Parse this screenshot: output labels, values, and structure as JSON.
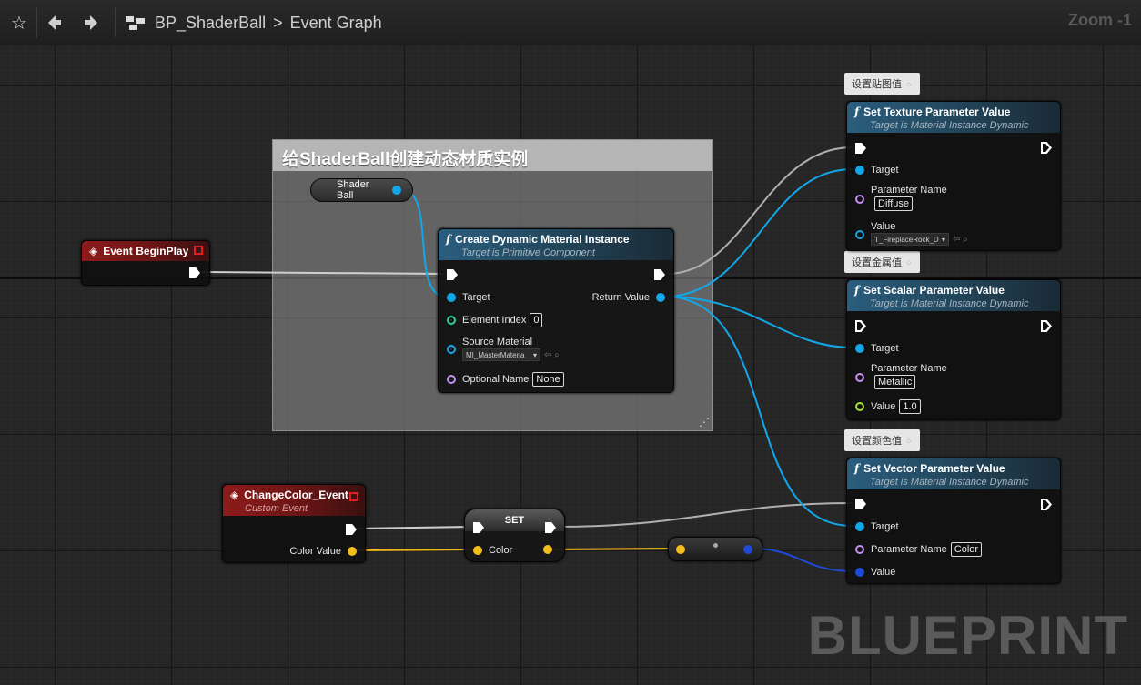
{
  "topbar": {
    "breadcrumb_root": "BP_ShaderBall",
    "breadcrumb_sep": ">",
    "breadcrumb_leaf": "Event Graph",
    "zoom": "Zoom -1"
  },
  "watermark": "BLUEPRINT",
  "comment": {
    "title": "给ShaderBall创建动态材质实例"
  },
  "shader_ball": {
    "label": "Shader Ball"
  },
  "begin_play": {
    "title": "Event BeginPlay"
  },
  "create_dmi": {
    "title": "Create Dynamic Material Instance",
    "subtitle": "Target is Primitive Component",
    "target": "Target",
    "return_value": "Return Value",
    "element_index": "Element Index",
    "element_index_value": "0",
    "source_material": "Source Material",
    "source_material_value": "MI_MasterMateria",
    "optional_name": "Optional Name",
    "optional_name_value": "None"
  },
  "label_texture": "设置贴图值",
  "label_scalar": "设置金属值",
  "label_vector": "设置颜色值",
  "set_texture": {
    "title": "Set Texture Parameter Value",
    "subtitle": "Target is Material Instance Dynamic",
    "target": "Target",
    "param_name": "Parameter Name",
    "param_value": "Diffuse",
    "value": "Value",
    "value_asset": "T_FireplaceRock_D"
  },
  "set_scalar": {
    "title": "Set Scalar Parameter Value",
    "subtitle": "Target is Material Instance Dynamic",
    "target": "Target",
    "param_name": "Parameter Name",
    "param_value": "Metallic",
    "value": "Value",
    "value_number": "1.0"
  },
  "set_vector": {
    "title": "Set Vector Parameter Value",
    "subtitle": "Target is Material Instance Dynamic",
    "target": "Target",
    "param_name": "Parameter Name",
    "param_value": "Color",
    "value": "Value"
  },
  "change_color": {
    "title": "ChangeColor_Event",
    "subtitle": "Custom Event",
    "color_value": "Color Value"
  },
  "set_node": {
    "title": "SET",
    "color": "Color"
  },
  "colors": {
    "exec": "#ffffff",
    "object": "#13a6e8",
    "struct": "#1f4ad6",
    "linear_color": "#f4be1a"
  }
}
